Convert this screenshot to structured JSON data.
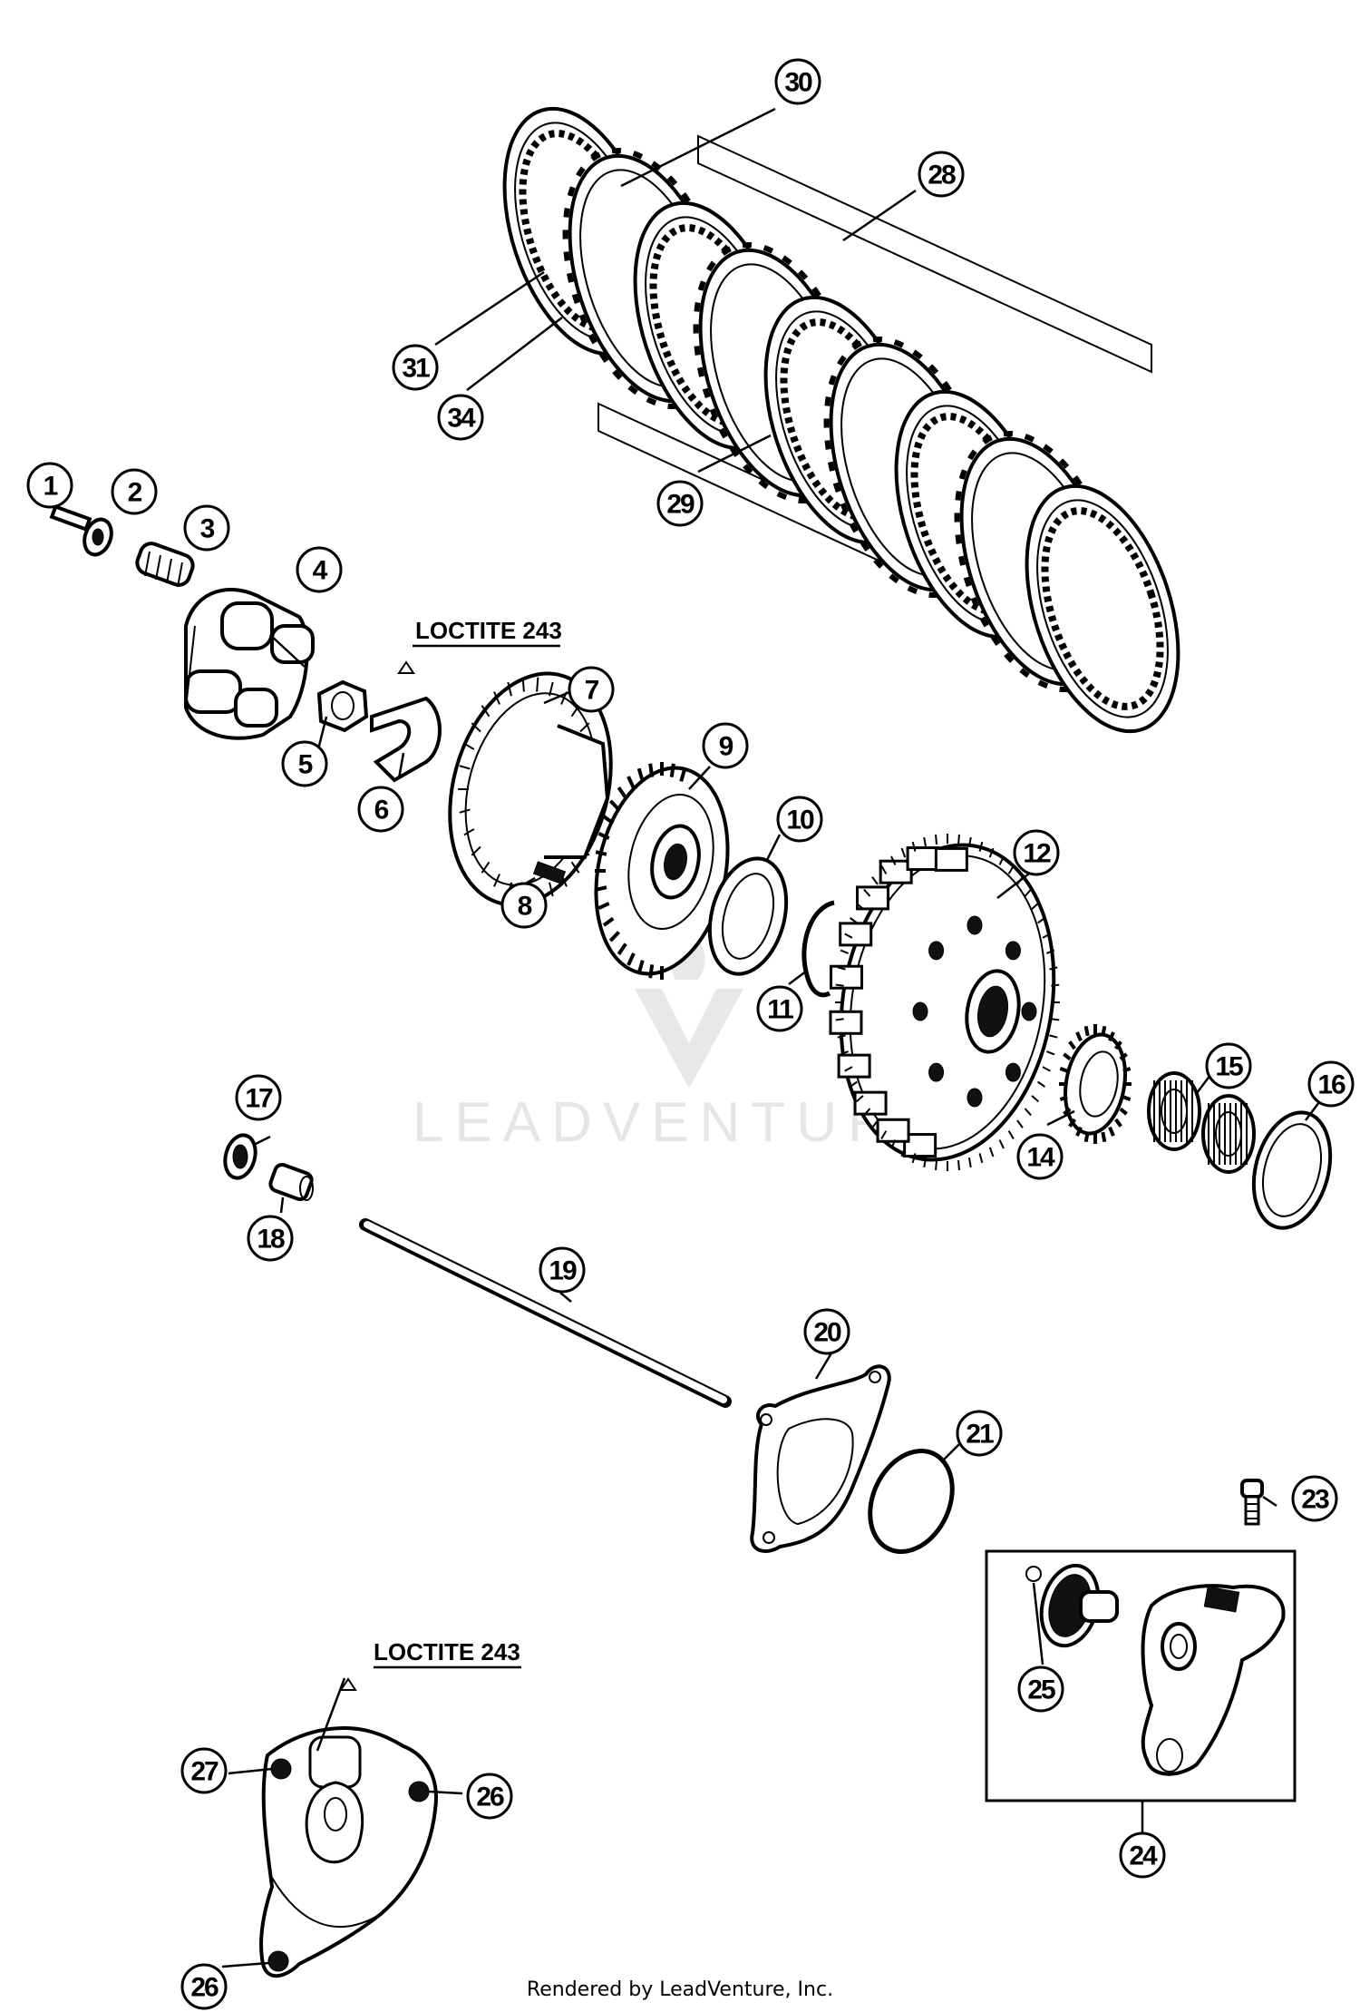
{
  "callouts": [
    {
      "id": "1",
      "label": "1"
    },
    {
      "id": "2",
      "label": "2"
    },
    {
      "id": "3",
      "label": "3"
    },
    {
      "id": "4",
      "label": "4"
    },
    {
      "id": "5",
      "label": "5"
    },
    {
      "id": "6",
      "label": "6"
    },
    {
      "id": "7",
      "label": "7"
    },
    {
      "id": "8",
      "label": "8"
    },
    {
      "id": "9",
      "label": "9"
    },
    {
      "id": "10",
      "label": "10"
    },
    {
      "id": "11",
      "label": "11"
    },
    {
      "id": "12",
      "label": "12"
    },
    {
      "id": "14",
      "label": "14"
    },
    {
      "id": "15",
      "label": "15"
    },
    {
      "id": "16",
      "label": "16"
    },
    {
      "id": "17",
      "label": "17"
    },
    {
      "id": "18",
      "label": "18"
    },
    {
      "id": "19",
      "label": "19"
    },
    {
      "id": "20",
      "label": "20"
    },
    {
      "id": "21",
      "label": "21"
    },
    {
      "id": "23",
      "label": "23"
    },
    {
      "id": "24",
      "label": "24"
    },
    {
      "id": "25",
      "label": "25"
    },
    {
      "id": "26a",
      "label": "26"
    },
    {
      "id": "26b",
      "label": "26"
    },
    {
      "id": "27",
      "label": "27"
    },
    {
      "id": "28",
      "label": "28"
    },
    {
      "id": "29",
      "label": "29"
    },
    {
      "id": "30",
      "label": "30"
    },
    {
      "id": "31",
      "label": "31"
    },
    {
      "id": "34",
      "label": "34"
    }
  ],
  "notes": {
    "loctite_upper": "LOCTITE 243",
    "loctite_lower": "LOCTITE 243"
  },
  "watermark": "LEADVENTURE",
  "footer": "Rendered by LeadVenture, Inc."
}
